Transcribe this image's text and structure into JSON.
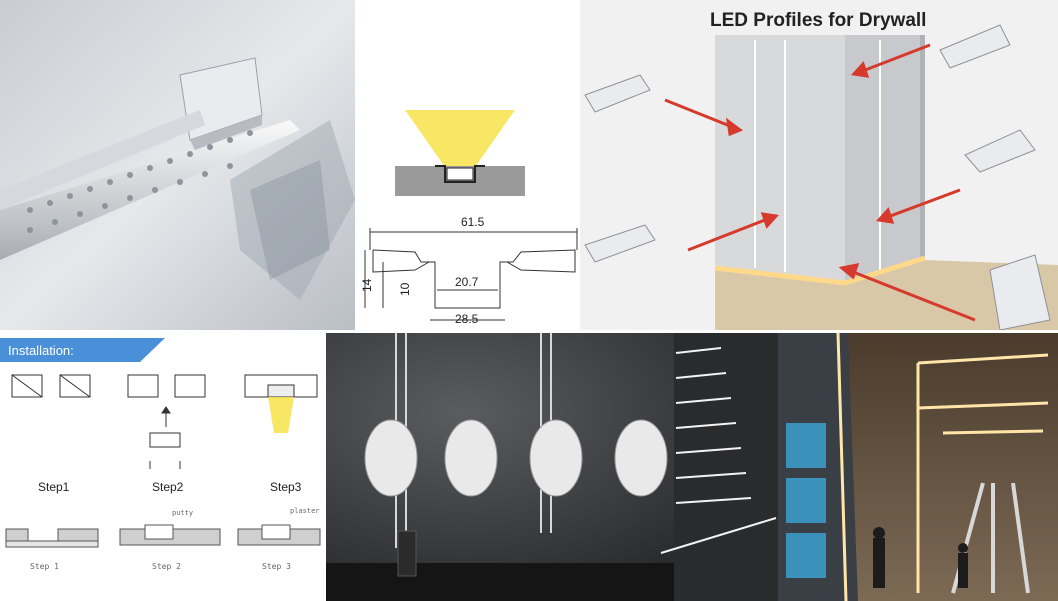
{
  "drawing": {
    "width": "61.5",
    "height": "14",
    "inner_height": "10",
    "channel_width": "20.7",
    "base_width": "28.5"
  },
  "drywall": {
    "title": "LED Profiles for Drywall"
  },
  "installation": {
    "header": "Installation:",
    "steps": [
      "Step1",
      "Step2",
      "Step3"
    ],
    "sketch_labels": [
      "Step 1",
      "Step 2",
      "Step 3"
    ],
    "annotations": [
      "putty",
      "plaster"
    ]
  },
  "colors": {
    "light_yellow": "#f7e34a",
    "header_blue": "#4a90d9",
    "arrow_red": "#d63a2c",
    "led_warm": "#ffd98a"
  }
}
